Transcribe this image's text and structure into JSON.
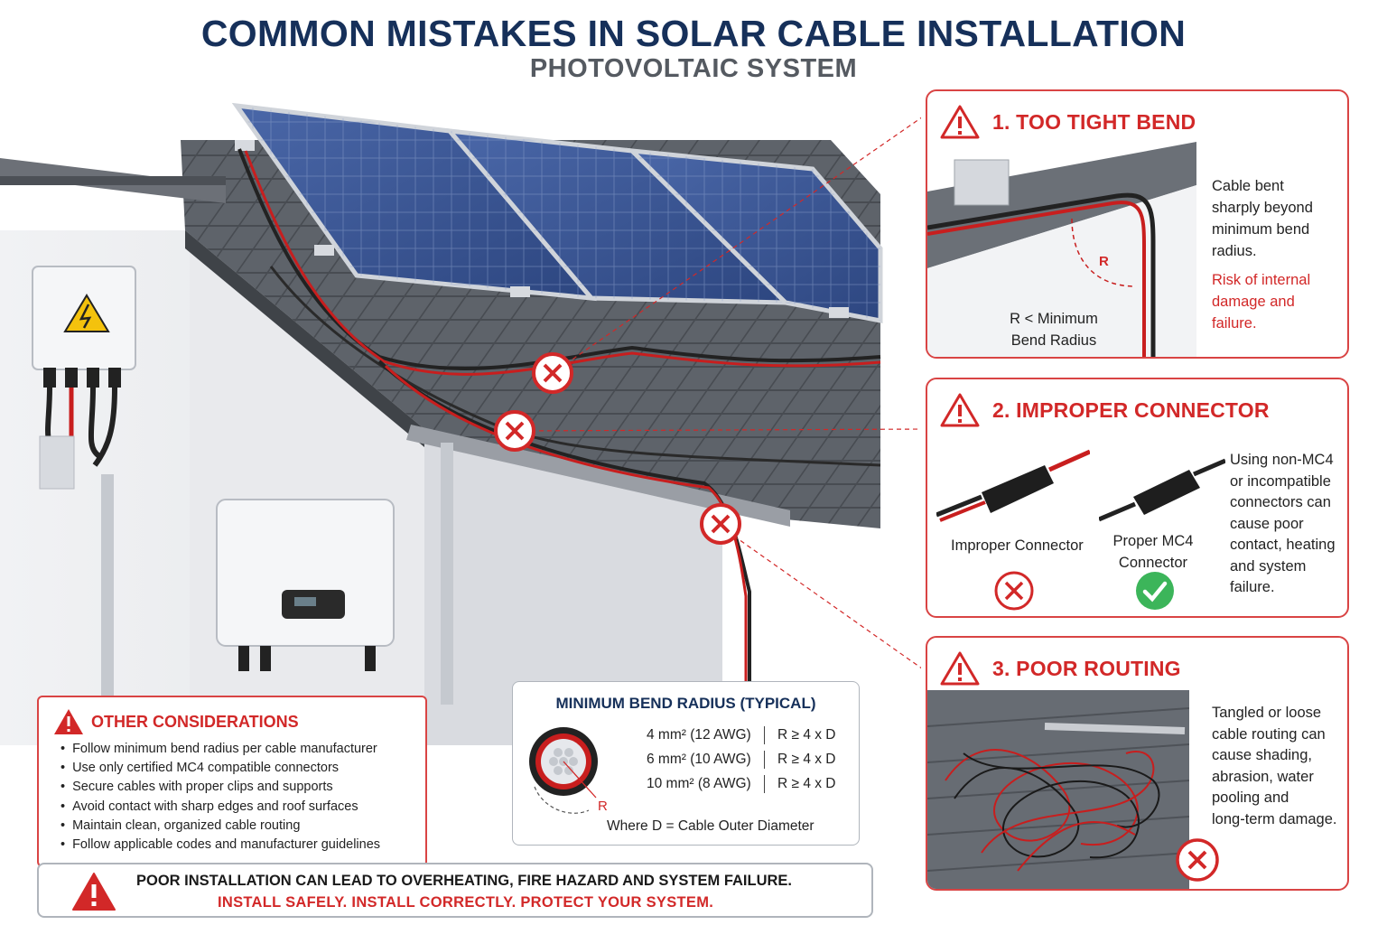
{
  "header": {
    "title": "COMMON MISTAKES IN SOLAR CABLE INSTALLATION",
    "subtitle": "PHOTOVOLTAIC SYSTEM"
  },
  "mistakes": [
    {
      "title": "1. TOO TIGHT BEND",
      "description": [
        "Cable bent",
        "sharply beyond",
        "minimum bend",
        "radius."
      ],
      "risk": [
        "Risk of internal",
        "damage and",
        "failure."
      ],
      "diagram_label": [
        "R < Minimum",
        "Bend Radius"
      ],
      "radius_symbol": "R"
    },
    {
      "title": "2. IMPROPER CONNECTOR",
      "description": [
        "Using non-MC4",
        "or incompatible",
        "connectors can",
        "cause poor",
        "contact, heating",
        "and system failure."
      ],
      "improper_label": "Improper Connector",
      "proper_label": [
        "Proper MC4",
        "Connector"
      ]
    },
    {
      "title": "3. POOR ROUTING",
      "description": [
        "Tangled or loose",
        "cable routing can",
        "cause shading,",
        "abrasion, water",
        "pooling and",
        "long-term damage."
      ]
    }
  ],
  "other_considerations": {
    "title": "OTHER CONSIDERATIONS",
    "items": [
      "Follow minimum bend radius per cable manufacturer",
      "Use only certified MC4 compatible connectors",
      "Secure cables with proper clips and supports",
      "Avoid contact with sharp edges and roof surfaces",
      "Maintain clean, organized cable routing",
      "Follow applicable codes and manufacturer guidelines"
    ]
  },
  "bend_radius": {
    "title": "MINIMUM BEND RADIUS (TYPICAL)",
    "rows": [
      {
        "size": "4 mm² (12 AWG)",
        "rule": "R ≥ 4 x D"
      },
      {
        "size": "6 mm² (10 AWG)",
        "rule": "R ≥ 4 x D"
      },
      {
        "size": "10 mm² (8 AWG)",
        "rule": "R ≥ 4 x D"
      }
    ],
    "radius_symbol": "R",
    "note": "Where D = Cable Outer Diameter"
  },
  "banner": {
    "line1": "POOR INSTALLATION CAN LEAD TO OVERHEATING, FIRE HAZARD AND SYSTEM FAILURE.",
    "line2": "INSTALL SAFELY.  INSTALL CORRECTLY.  PROTECT YOUR SYSTEM."
  },
  "colors": {
    "navy": "#16305a",
    "red": "#d22828",
    "green": "#3cb55a",
    "panel_blue": "#3b5694",
    "roof_gray": "#5c6168"
  }
}
